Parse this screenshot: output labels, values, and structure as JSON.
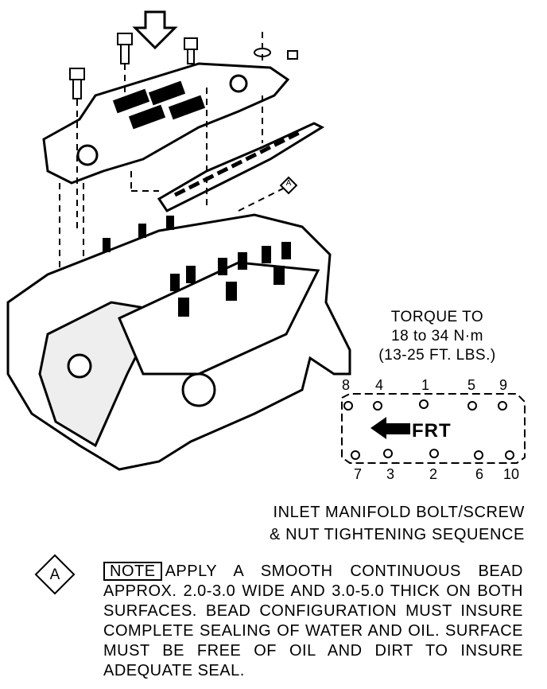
{
  "torque": {
    "line1": "TORQUE TO",
    "line2": "18 to 34 N·m",
    "line3": "(13-25 FT. LBS.)"
  },
  "sequence": {
    "top_numbers": [
      "8",
      "4",
      "1",
      "5",
      "9"
    ],
    "bottom_numbers": [
      "7",
      "3",
      "2",
      "6",
      "10"
    ],
    "front_label": "FRT"
  },
  "caption": {
    "line1": "INLET MANIFOLD BOLT/SCREW",
    "line2": "& NUT TIGHTENING SEQUENCE"
  },
  "note": {
    "callout": "A",
    "tag": "NOTE",
    "text": "APPLY A SMOOTH CONTINUOUS BEAD APPROX. 2.0-3.0 WIDE AND 3.0-5.0 THICK ON BOTH SURFACES. BEAD CONFIGURATION MUST INSURE COMPLETE SEALING OF WATER AND OIL. SURFACE MUST BE FREE OF OIL AND DIRT TO INSURE ADEQUATE SEAL."
  },
  "diagram_callout": "A"
}
